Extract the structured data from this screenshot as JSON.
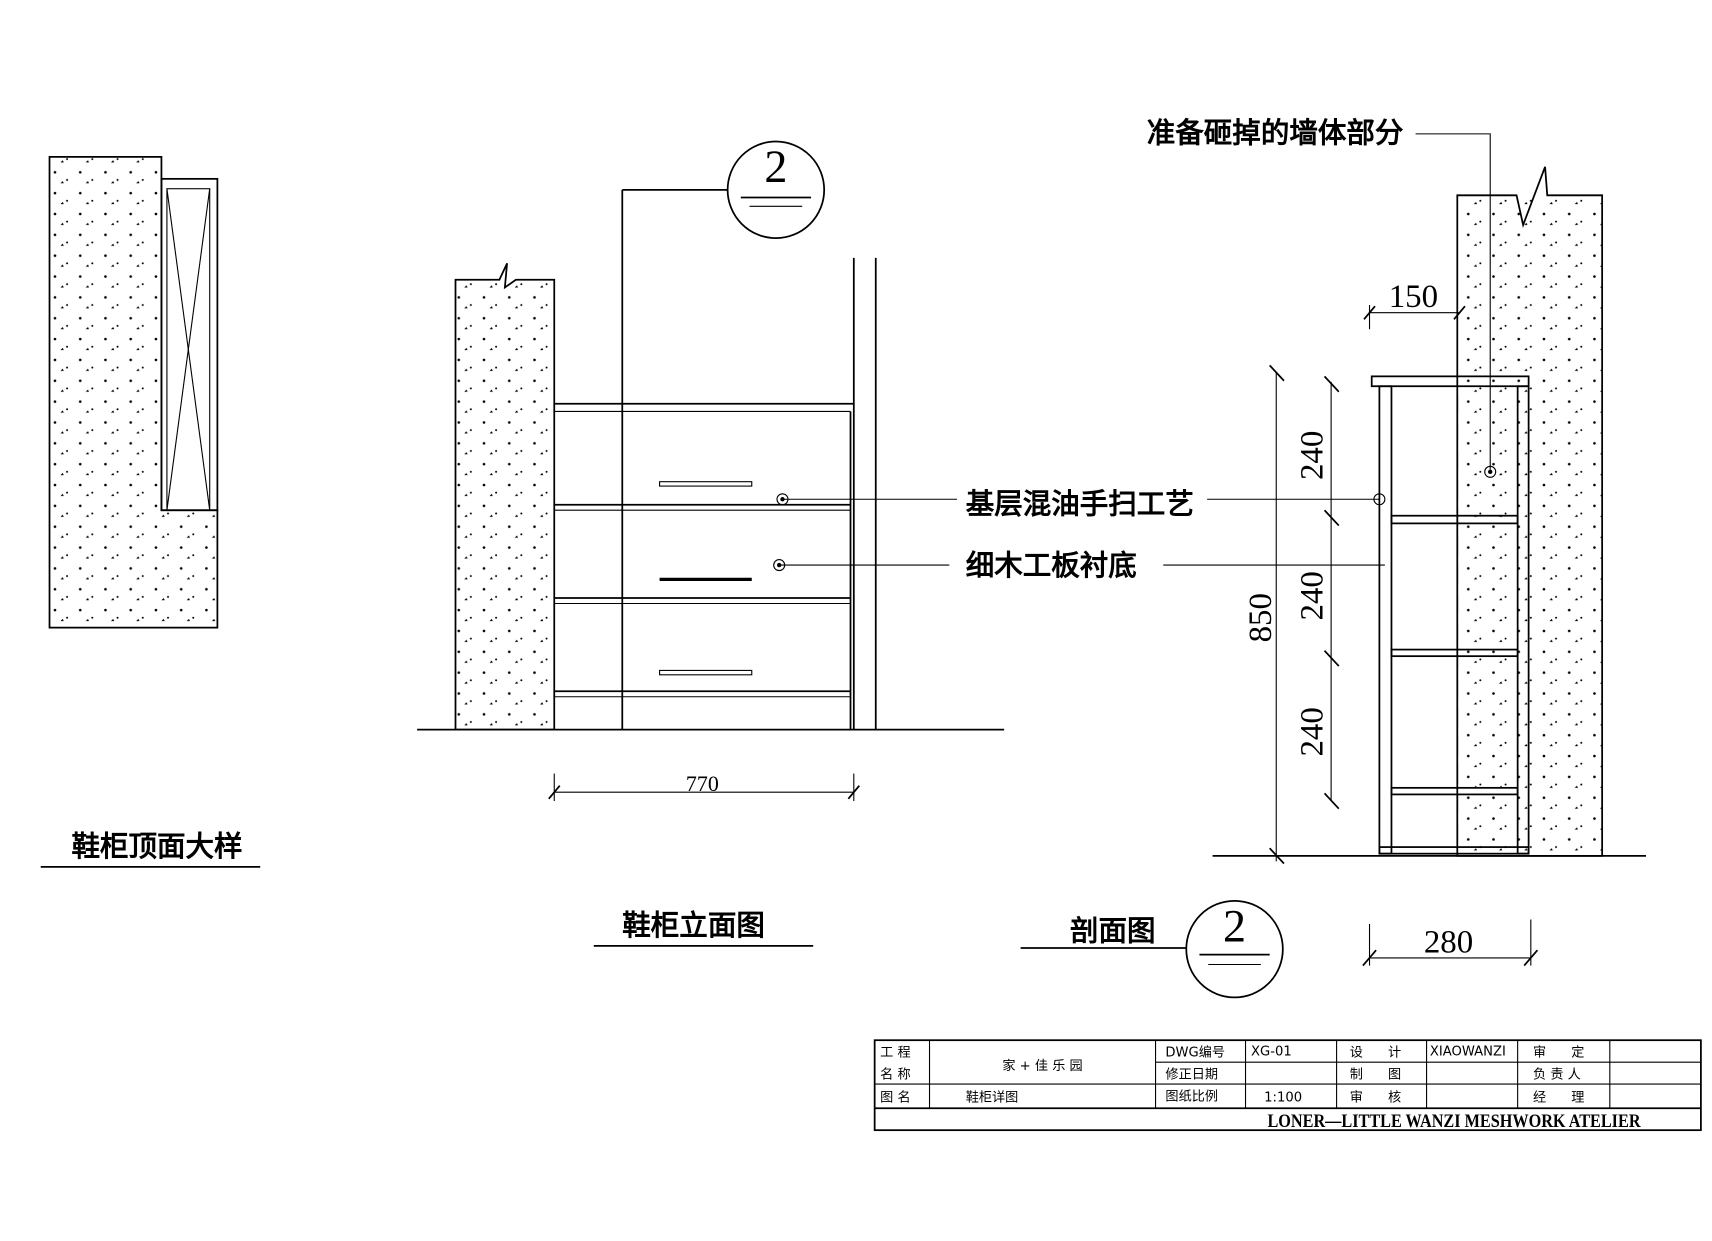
{
  "plan_view": {
    "title": "鞋柜顶面大样"
  },
  "elevation_view": {
    "title": "鞋柜立面图",
    "section_marker": "2",
    "width_dim": "770"
  },
  "section_view": {
    "title": "剖面图",
    "section_marker": "2",
    "wall_note": "准备砸掉的墙体部分",
    "wall_dim": "150",
    "height_dim": "850",
    "shelf_dims": [
      "240",
      "240",
      "240"
    ],
    "depth_dim": "280"
  },
  "annotations": {
    "finish": "基层混油手扫工艺",
    "substrate": "细木工板衬底"
  },
  "title_block": {
    "project_label": "工 程 名 称",
    "project_label_1": "工 程",
    "project_label_2": "名 称",
    "project_name": "家 +  佳 乐 园",
    "drawing_name_label": "图 名",
    "drawing_name": "鞋柜详图",
    "dwg_no_label": "DWG编号",
    "dwg_no": "XG-01",
    "revision_date_label": "修正日期",
    "revision_date": "",
    "scale_label": "图纸比例",
    "scale": "1:100",
    "design_label": "设      计",
    "designer": "XIAOWANZI",
    "drafting_label": "制      图",
    "review_label": "审      核",
    "approve_label": "审      定",
    "responsible_label": "负 责 人",
    "manager_label": "经      理",
    "studio": "LONER—LITTLE WANZI MESHWORK ATELIER"
  }
}
